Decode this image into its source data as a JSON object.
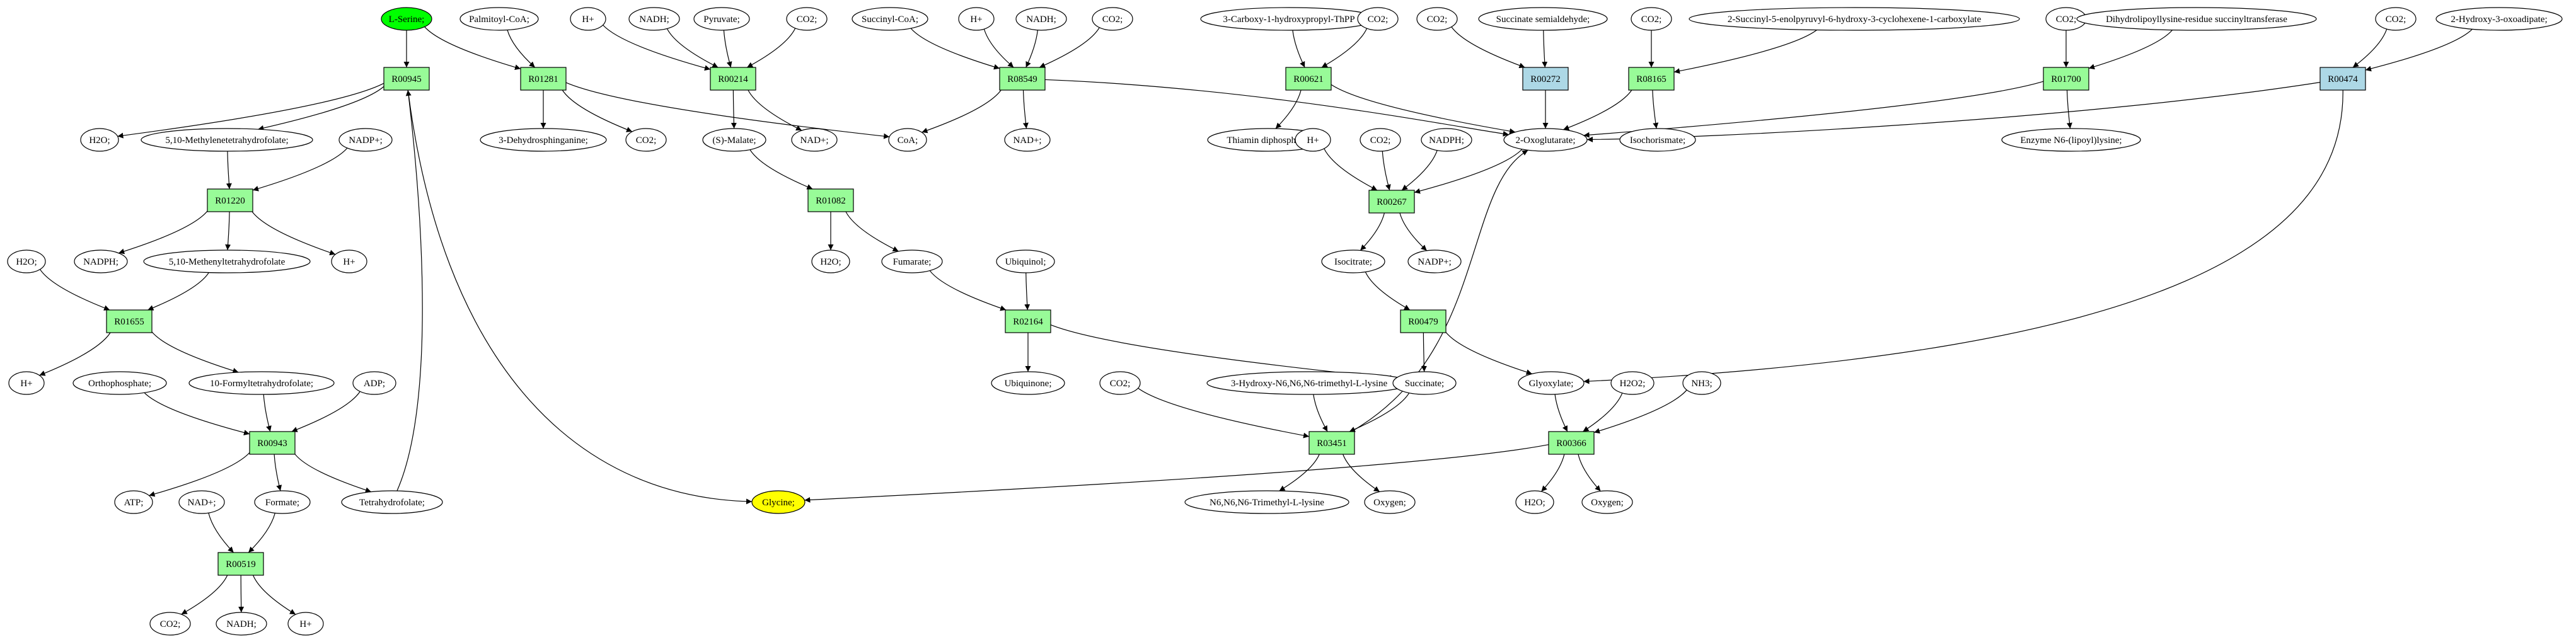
{
  "colors": {
    "source": "#00ff00",
    "target": "#ffff00",
    "reaction": "#98fb98",
    "reaction_alt": "#add8e6",
    "metabolite": "#ffffff",
    "stroke": "#000000"
  },
  "nodes": {
    "n_lserine": {
      "label": "L-Serine;",
      "kind": "source"
    },
    "n_glycine": {
      "label": "Glycine;",
      "kind": "target"
    },
    "n_palcoa": {
      "label": "Palmitoyl-CoA;",
      "kind": "met"
    },
    "n_h_1": {
      "label": "H+",
      "kind": "met"
    },
    "n_nadh_1": {
      "label": "NADH;",
      "kind": "met"
    },
    "n_pyruvate": {
      "label": "Pyruvate;",
      "kind": "met"
    },
    "n_co2_1": {
      "label": "CO2;",
      "kind": "met"
    },
    "n_succoa": {
      "label": "Succinyl-CoA;",
      "kind": "met"
    },
    "n_h_2": {
      "label": "H+",
      "kind": "met"
    },
    "n_nadh_2": {
      "label": "NADH;",
      "kind": "met"
    },
    "n_co2_2": {
      "label": "CO2;",
      "kind": "met"
    },
    "n_carboxy": {
      "label": "3-Carboxy-1-hydroxypropyl-ThPP",
      "kind": "met"
    },
    "n_co2_3": {
      "label": "CO2;",
      "kind": "met"
    },
    "n_co2_4": {
      "label": "CO2;",
      "kind": "met"
    },
    "n_ssa": {
      "label": "Succinate semialdehyde;",
      "kind": "met"
    },
    "n_co2_5": {
      "label": "CO2;",
      "kind": "met"
    },
    "n_sephchc": {
      "label": "2-Succinyl-5-enolpyruvyl-6-hydroxy-3-cyclohexene-1-carboxylate",
      "kind": "met"
    },
    "n_co2_6": {
      "label": "CO2;",
      "kind": "met"
    },
    "n_dlst": {
      "label": "Dihydrolipoyllysine-residue succinyltransferase",
      "kind": "met"
    },
    "n_co2_7": {
      "label": "CO2;",
      "kind": "met"
    },
    "n_hoxo": {
      "label": "2-Hydroxy-3-oxoadipate;",
      "kind": "met"
    },
    "r_R00945": {
      "label": "R00945",
      "kind": "reaction"
    },
    "r_R01281": {
      "label": "R01281",
      "kind": "reaction"
    },
    "r_R00214": {
      "label": "R00214",
      "kind": "reaction"
    },
    "r_R08549": {
      "label": "R08549",
      "kind": "reaction"
    },
    "r_R00621": {
      "label": "R00621",
      "kind": "reaction"
    },
    "r_R00272": {
      "label": "R00272",
      "kind": "reaction_alt"
    },
    "r_R08165": {
      "label": "R08165",
      "kind": "reaction"
    },
    "r_R01700": {
      "label": "R01700",
      "kind": "reaction"
    },
    "r_R00474": {
      "label": "R00474",
      "kind": "reaction_alt"
    },
    "n_h2o_1": {
      "label": "H2O;",
      "kind": "met"
    },
    "n_mthf": {
      "label": "5,10-Methylenetetrahydrofolate;",
      "kind": "met"
    },
    "n_nadp_1": {
      "label": "NADP+;",
      "kind": "met"
    },
    "n_dhsph": {
      "label": "3-Dehydrosphinganine;",
      "kind": "met"
    },
    "n_co2_8": {
      "label": "CO2;",
      "kind": "met"
    },
    "n_smalate": {
      "label": "(S)-Malate;",
      "kind": "met"
    },
    "n_nad_1": {
      "label": "NAD+;",
      "kind": "met"
    },
    "n_coa": {
      "label": "CoA;",
      "kind": "met"
    },
    "n_nad_2": {
      "label": "NAD+;",
      "kind": "met"
    },
    "n_thdp": {
      "label": "Thiamin diphosphate;",
      "kind": "met"
    },
    "n_oxog": {
      "label": "2-Oxoglutarate;",
      "kind": "met"
    },
    "n_isochor": {
      "label": "Isochorismate;",
      "kind": "met"
    },
    "n_enzlip": {
      "label": "Enzyme N6-(lipoyl)lysine;",
      "kind": "met"
    },
    "r_R01220": {
      "label": "R01220",
      "kind": "reaction"
    },
    "n_h_3": {
      "label": "H+",
      "kind": "met"
    },
    "n_co2_9": {
      "label": "CO2;",
      "kind": "met"
    },
    "n_nadph_1": {
      "label": "NADPH;",
      "kind": "met"
    },
    "r_R01082": {
      "label": "R01082",
      "kind": "reaction"
    },
    "r_R00267": {
      "label": "R00267",
      "kind": "reaction"
    },
    "n_h2o_2": {
      "label": "H2O;",
      "kind": "met"
    },
    "n_nadph_2": {
      "label": "NADPH;",
      "kind": "met"
    },
    "n_methenyl": {
      "label": "5,10-Methenyltetrahydrofolate",
      "kind": "met"
    },
    "n_h_4": {
      "label": "H+",
      "kind": "met"
    },
    "n_h2o_3": {
      "label": "H2O;",
      "kind": "met"
    },
    "n_fumarate": {
      "label": "Fumarate;",
      "kind": "met"
    },
    "n_ubiquinol": {
      "label": "Ubiquinol;",
      "kind": "met"
    },
    "n_isocit": {
      "label": "Isocitrate;",
      "kind": "met"
    },
    "n_nadp_2": {
      "label": "NADP+;",
      "kind": "met"
    },
    "r_R01655": {
      "label": "R01655",
      "kind": "reaction"
    },
    "r_R02164": {
      "label": "R02164",
      "kind": "reaction"
    },
    "r_R00479": {
      "label": "R00479",
      "kind": "reaction"
    },
    "n_h_5": {
      "label": "H+",
      "kind": "met"
    },
    "n_orthop": {
      "label": "Orthophosphate;",
      "kind": "met"
    },
    "n_formylthf": {
      "label": "10-Formyltetrahydrofolate;",
      "kind": "met"
    },
    "n_adp": {
      "label": "ADP;",
      "kind": "met"
    },
    "n_ubiquinone": {
      "label": "Ubiquinone;",
      "kind": "met"
    },
    "n_co2_10": {
      "label": "CO2;",
      "kind": "met"
    },
    "n_hydroxytml": {
      "label": "3-Hydroxy-N6,N6,N6-trimethyl-L-lysine",
      "kind": "met"
    },
    "n_succinate": {
      "label": "Succinate;",
      "kind": "met"
    },
    "n_glyox": {
      "label": "Glyoxylate;",
      "kind": "met"
    },
    "n_h2o2": {
      "label": "H2O2;",
      "kind": "met"
    },
    "n_nh3": {
      "label": "NH3;",
      "kind": "met"
    },
    "r_R00943": {
      "label": "R00943",
      "kind": "reaction"
    },
    "r_R03451": {
      "label": "R03451",
      "kind": "reaction"
    },
    "r_R00366": {
      "label": "R00366",
      "kind": "reaction"
    },
    "n_atp": {
      "label": "ATP;",
      "kind": "met"
    },
    "n_nad_3": {
      "label": "NAD+;",
      "kind": "met"
    },
    "n_formate": {
      "label": "Formate;",
      "kind": "met"
    },
    "n_thf": {
      "label": "Tetrahydrofolate;",
      "kind": "met"
    },
    "n_tml": {
      "label": "N6,N6,N6-Trimethyl-L-lysine",
      "kind": "met"
    },
    "n_oxygen_1": {
      "label": "Oxygen;",
      "kind": "met"
    },
    "n_h2o_4": {
      "label": "H2O;",
      "kind": "met"
    },
    "n_oxygen_2": {
      "label": "Oxygen;",
      "kind": "met"
    },
    "r_R00519": {
      "label": "R00519",
      "kind": "reaction"
    },
    "n_co2_11": {
      "label": "CO2;",
      "kind": "met"
    },
    "n_nadh_3": {
      "label": "NADH;",
      "kind": "met"
    },
    "n_h_6": {
      "label": "H+",
      "kind": "met"
    }
  },
  "edges": [
    [
      "n_lserine",
      "r_R00945"
    ],
    [
      "n_lserine",
      "r_R01281"
    ],
    [
      "n_palcoa",
      "r_R01281"
    ],
    [
      "r_R00945",
      "n_h2o_1"
    ],
    [
      "r_R00945",
      "n_mthf"
    ],
    [
      "r_R00945",
      "n_glycine"
    ],
    [
      "r_R01281",
      "n_dhsph"
    ],
    [
      "r_R01281",
      "n_co2_8"
    ],
    [
      "r_R01281",
      "n_coa"
    ],
    [
      "n_h_1",
      "r_R00214"
    ],
    [
      "n_nadh_1",
      "r_R00214"
    ],
    [
      "n_pyruvate",
      "r_R00214"
    ],
    [
      "n_co2_1",
      "r_R00214"
    ],
    [
      "r_R00214",
      "n_smalate"
    ],
    [
      "r_R00214",
      "n_nad_1"
    ],
    [
      "n_succoa",
      "r_R08549"
    ],
    [
      "n_h_2",
      "r_R08549"
    ],
    [
      "n_nadh_2",
      "r_R08549"
    ],
    [
      "n_co2_2",
      "r_R08549"
    ],
    [
      "r_R08549",
      "n_coa"
    ],
    [
      "r_R08549",
      "n_nad_2"
    ],
    [
      "r_R08549",
      "n_oxog"
    ],
    [
      "n_carboxy",
      "r_R00621"
    ],
    [
      "n_co2_3",
      "r_R00621"
    ],
    [
      "r_R00621",
      "n_thdp"
    ],
    [
      "r_R00621",
      "n_oxog"
    ],
    [
      "n_co2_4",
      "r_R00272"
    ],
    [
      "n_ssa",
      "r_R00272"
    ],
    [
      "r_R00272",
      "n_oxog"
    ],
    [
      "n_co2_5",
      "r_R08165"
    ],
    [
      "n_sephchc",
      "r_R08165"
    ],
    [
      "r_R08165",
      "n_oxog"
    ],
    [
      "r_R08165",
      "n_isochor"
    ],
    [
      "n_co2_6",
      "r_R01700"
    ],
    [
      "n_dlst",
      "r_R01700"
    ],
    [
      "r_R01700",
      "n_oxog"
    ],
    [
      "r_R01700",
      "n_enzlip"
    ],
    [
      "n_co2_7",
      "r_R00474"
    ],
    [
      "n_hoxo",
      "r_R00474"
    ],
    [
      "r_R00474",
      "n_oxog"
    ],
    [
      "r_R00474",
      "n_glyox"
    ],
    [
      "n_mthf",
      "r_R01220"
    ],
    [
      "n_nadp_1",
      "r_R01220"
    ],
    [
      "r_R01220",
      "n_nadph_2"
    ],
    [
      "r_R01220",
      "n_methenyl"
    ],
    [
      "r_R01220",
      "n_h_4"
    ],
    [
      "n_smalate",
      "r_R01082"
    ],
    [
      "r_R01082",
      "n_h2o_3"
    ],
    [
      "r_R01082",
      "n_fumarate"
    ],
    [
      "n_oxog",
      "r_R00267"
    ],
    [
      "n_h_3",
      "r_R00267"
    ],
    [
      "n_co2_9",
      "r_R00267"
    ],
    [
      "n_nadph_1",
      "r_R00267"
    ],
    [
      "r_R00267",
      "n_isocit"
    ],
    [
      "r_R00267",
      "n_nadp_2"
    ],
    [
      "n_h2o_2",
      "r_R01655"
    ],
    [
      "n_methenyl",
      "r_R01655"
    ],
    [
      "r_R01655",
      "n_h_5"
    ],
    [
      "r_R01655",
      "n_formylthf"
    ],
    [
      "n_fumarate",
      "r_R02164"
    ],
    [
      "n_ubiquinol",
      "r_R02164"
    ],
    [
      "r_R02164",
      "n_ubiquinone"
    ],
    [
      "r_R02164",
      "n_succinate"
    ],
    [
      "n_isocit",
      "r_R00479"
    ],
    [
      "r_R00479",
      "n_succinate"
    ],
    [
      "r_R00479",
      "n_glyox"
    ],
    [
      "n_orthop",
      "r_R00943"
    ],
    [
      "n_formylthf",
      "r_R00943"
    ],
    [
      "n_adp",
      "r_R00943"
    ],
    [
      "r_R00943",
      "n_atp"
    ],
    [
      "r_R00943",
      "n_formate"
    ],
    [
      "r_R00943",
      "n_thf"
    ],
    [
      "n_thf",
      "r_R00945"
    ],
    [
      "n_co2_10",
      "r_R03451"
    ],
    [
      "n_hydroxytml",
      "r_R03451"
    ],
    [
      "n_succinate",
      "r_R03451"
    ],
    [
      "r_R03451",
      "n_tml"
    ],
    [
      "r_R03451",
      "n_oxygen_1"
    ],
    [
      "r_R03451",
      "n_oxog"
    ],
    [
      "n_glyox",
      "r_R00366"
    ],
    [
      "n_h2o2",
      "r_R00366"
    ],
    [
      "n_nh3",
      "r_R00366"
    ],
    [
      "r_R00366",
      "n_glycine"
    ],
    [
      "r_R00366",
      "n_h2o_4"
    ],
    [
      "r_R00366",
      "n_oxygen_2"
    ],
    [
      "n_nad_3",
      "r_R00519"
    ],
    [
      "n_formate",
      "r_R00519"
    ],
    [
      "r_R00519",
      "n_co2_11"
    ],
    [
      "r_R00519",
      "n_nadh_3"
    ],
    [
      "r_R00519",
      "n_h_6"
    ]
  ]
}
